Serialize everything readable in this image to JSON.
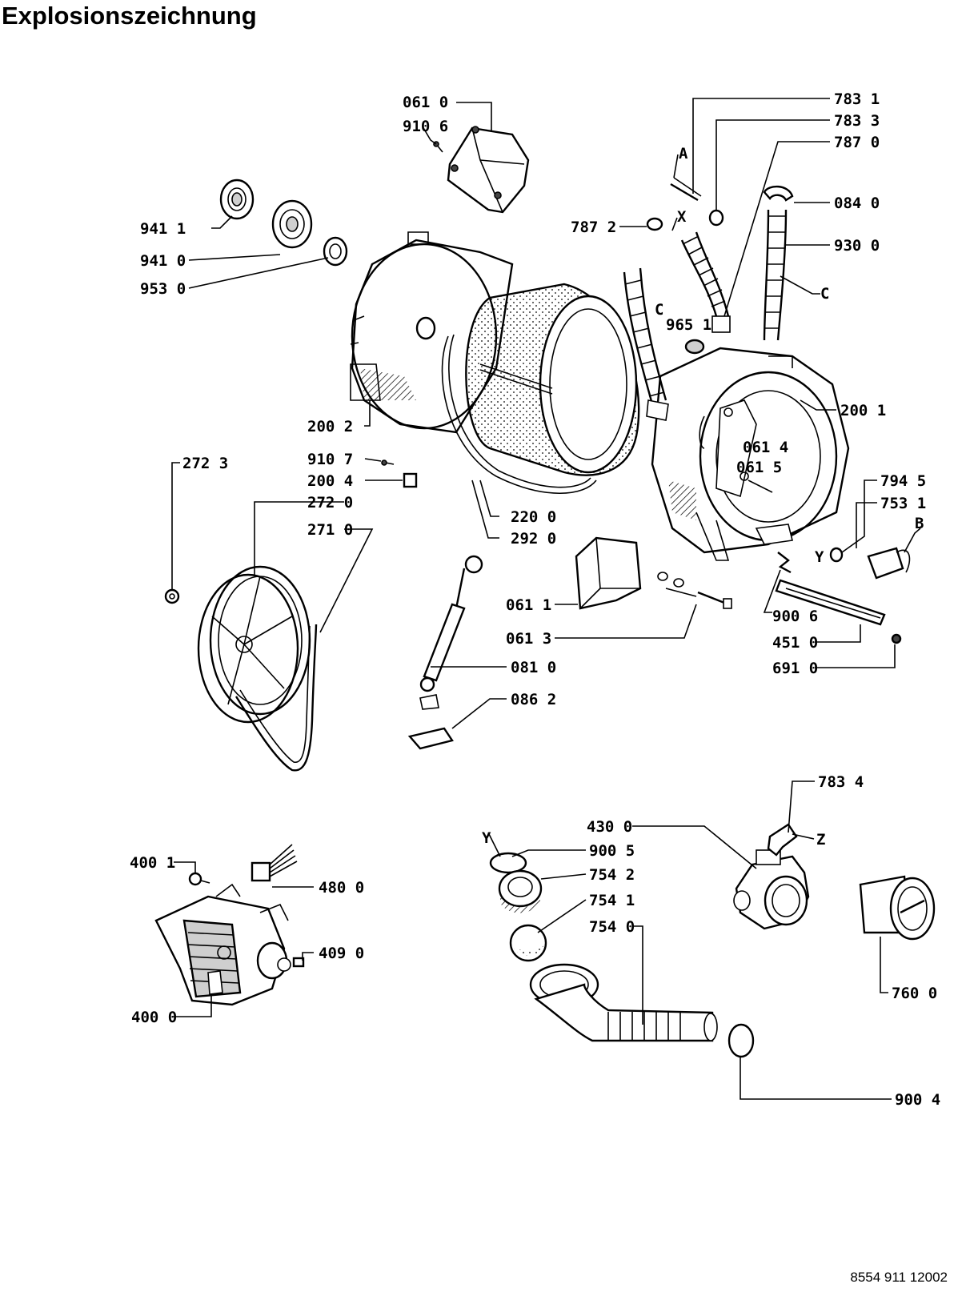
{
  "title": "Explosionszeichnung",
  "footer_code": "8554 911 12002",
  "labels": [
    {
      "id": "p0610",
      "text": "061 0"
    },
    {
      "id": "p9106",
      "text": "910 6"
    },
    {
      "id": "p7831",
      "text": "783 1"
    },
    {
      "id": "p7833",
      "text": "783 3"
    },
    {
      "id": "p7870",
      "text": "787 0"
    },
    {
      "id": "p0840",
      "text": "084 0"
    },
    {
      "id": "p9300",
      "text": "930 0"
    },
    {
      "id": "p7872",
      "text": "787 2"
    },
    {
      "id": "p9411",
      "text": "941 1"
    },
    {
      "id": "p9410",
      "text": "941 0"
    },
    {
      "id": "p9530",
      "text": "953 0"
    },
    {
      "id": "p9651",
      "text": "965 1"
    },
    {
      "id": "p2001",
      "text": "200 1"
    },
    {
      "id": "p0614",
      "text": "061 4"
    },
    {
      "id": "p0615",
      "text": "061 5"
    },
    {
      "id": "p2002",
      "text": "200 2"
    },
    {
      "id": "p9107",
      "text": "910 7"
    },
    {
      "id": "p2004",
      "text": "200 4"
    },
    {
      "id": "p2723",
      "text": "272 3"
    },
    {
      "id": "p2720",
      "text": "272 0"
    },
    {
      "id": "p2710",
      "text": "271 0"
    },
    {
      "id": "p2200",
      "text": "220 0"
    },
    {
      "id": "p2920",
      "text": "292 0"
    },
    {
      "id": "p7945",
      "text": "794 5"
    },
    {
      "id": "p7531",
      "text": "753 1"
    },
    {
      "id": "p0611",
      "text": "061 1"
    },
    {
      "id": "p0613",
      "text": "061 3"
    },
    {
      "id": "p9006",
      "text": "900 6"
    },
    {
      "id": "p4510",
      "text": "451 0"
    },
    {
      "id": "p6910",
      "text": "691 0"
    },
    {
      "id": "p0810",
      "text": "081 0"
    },
    {
      "id": "p0862",
      "text": "086 2"
    },
    {
      "id": "p7834",
      "text": "783 4"
    },
    {
      "id": "p4300",
      "text": "430 0"
    },
    {
      "id": "p9005",
      "text": "900 5"
    },
    {
      "id": "p7542",
      "text": "754 2"
    },
    {
      "id": "p7541",
      "text": "754 1"
    },
    {
      "id": "p7540",
      "text": "754 0"
    },
    {
      "id": "p4001",
      "text": "400 1"
    },
    {
      "id": "p4800",
      "text": "480 0"
    },
    {
      "id": "p4090",
      "text": "409 0"
    },
    {
      "id": "p4000",
      "text": "400 0"
    },
    {
      "id": "p7600",
      "text": "760 0"
    },
    {
      "id": "p9004",
      "text": "900 4"
    }
  ],
  "markers": [
    {
      "id": "mA",
      "text": "A"
    },
    {
      "id": "mX",
      "text": "X"
    },
    {
      "id": "mC1",
      "text": "C"
    },
    {
      "id": "mC2",
      "text": "C"
    },
    {
      "id": "mY1",
      "text": "Y"
    },
    {
      "id": "mB",
      "text": "B"
    },
    {
      "id": "mY2",
      "text": "Y"
    },
    {
      "id": "mZ",
      "text": "Z"
    }
  ]
}
